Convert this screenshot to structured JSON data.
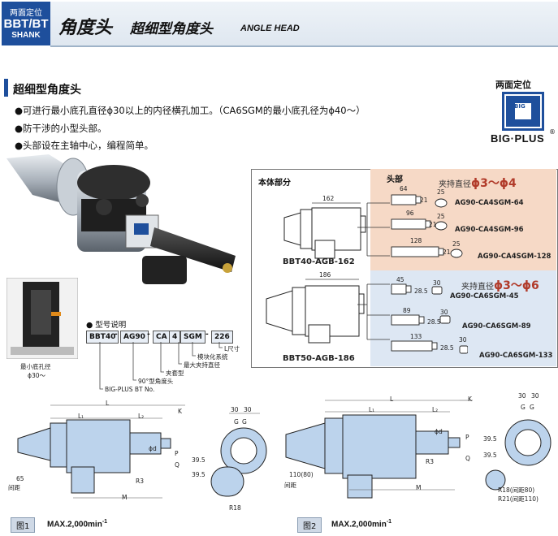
{
  "header": {
    "badge_line1": "两面定位",
    "badge_line2": "BBT/BT",
    "badge_line3": "SHANK",
    "title": "角度头",
    "subtitle": "超细型角度头",
    "title_en": "ANGLE HEAD"
  },
  "section": {
    "title": "超细型角度头",
    "bullets": [
      "●可进行最小底孔直径ϕ30以上的内径横孔加工。（CA6SGM的最小底孔径为ϕ40～）",
      "●防干涉的小型头部。",
      "●头部设在主轴中心，编程简单。"
    ]
  },
  "logo": {
    "top_text": "两面定位",
    "name": "BIG·PLUS",
    "reg": "®",
    "inner": "BIG"
  },
  "inset": {
    "label1": "最小底孔径",
    "label2": "ϕ30～"
  },
  "model": {
    "title": "● 型号说明",
    "codes": [
      "BBT40",
      "AG90",
      "CA",
      "4",
      "SGM",
      "226"
    ],
    "notes": [
      "L尺寸",
      "模块化系统",
      "最大夹持直径",
      "夹套型",
      "90°型角度头",
      "BIG-PLUS BT No."
    ]
  },
  "table": {
    "body_header": "本体部分",
    "head_header": "头部",
    "body_models": [
      "BBT40-AGB-162",
      "BBT50-AGB-186"
    ],
    "body_dims": [
      "162",
      "186"
    ],
    "range_prefix": "夹持直径",
    "range1": "ϕ3～ϕ4",
    "range2": "ϕ3～ϕ6",
    "heads": [
      {
        "model": "AG90-CA4SGM-64",
        "len": "64",
        "d": "25",
        "h": "21"
      },
      {
        "model": "AG90-CA4SGM-96",
        "len": "96",
        "d": "25",
        "h": "21"
      },
      {
        "model": "AG90-CA4SGM-128",
        "len": "128",
        "d": "25",
        "h": "21"
      },
      {
        "model": "AG90-CA6SGM-45",
        "len": "45",
        "d": "30",
        "h": "28.5"
      },
      {
        "model": "AG90-CA6SGM-89",
        "len": "89",
        "d": "30",
        "h": "28.5"
      },
      {
        "model": "AG90-CA6SGM-133",
        "len": "133",
        "d": "30",
        "h": "28.5"
      }
    ]
  },
  "fig1": {
    "tag": "图1",
    "max": "MAX.2,000min",
    "unit_sup": "-1",
    "labels": {
      "L": "L",
      "L1": "L₁",
      "L2": "L₂",
      "K": "K",
      "d": "ϕd",
      "P": "P",
      "Q": "Q",
      "R3": "R3",
      "M": "M",
      "spacing": "间距",
      "spacing_val": "65",
      "d30a": "30",
      "d30b": "30",
      "G1": "G",
      "G2": "G",
      "v395a": "39.5",
      "v395b": "39.5",
      "R18": "R18"
    }
  },
  "fig2": {
    "tag": "图2",
    "max": "MAX.2,000min",
    "unit_sup": "-1",
    "labels": {
      "L": "L",
      "L1": "L₁",
      "L2": "L₂",
      "K": "K",
      "d": "ϕd",
      "P": "P",
      "Q": "Q",
      "R3": "R3",
      "M": "M",
      "spacing": "间距",
      "spacing_val": "110(80)",
      "d30a": "30",
      "d30b": "30",
      "G1": "G",
      "G2": "G",
      "v395a": "39.5",
      "v395b": "39.5",
      "R18": "R18(间距80)",
      "R21": "R21(间距110)"
    }
  }
}
